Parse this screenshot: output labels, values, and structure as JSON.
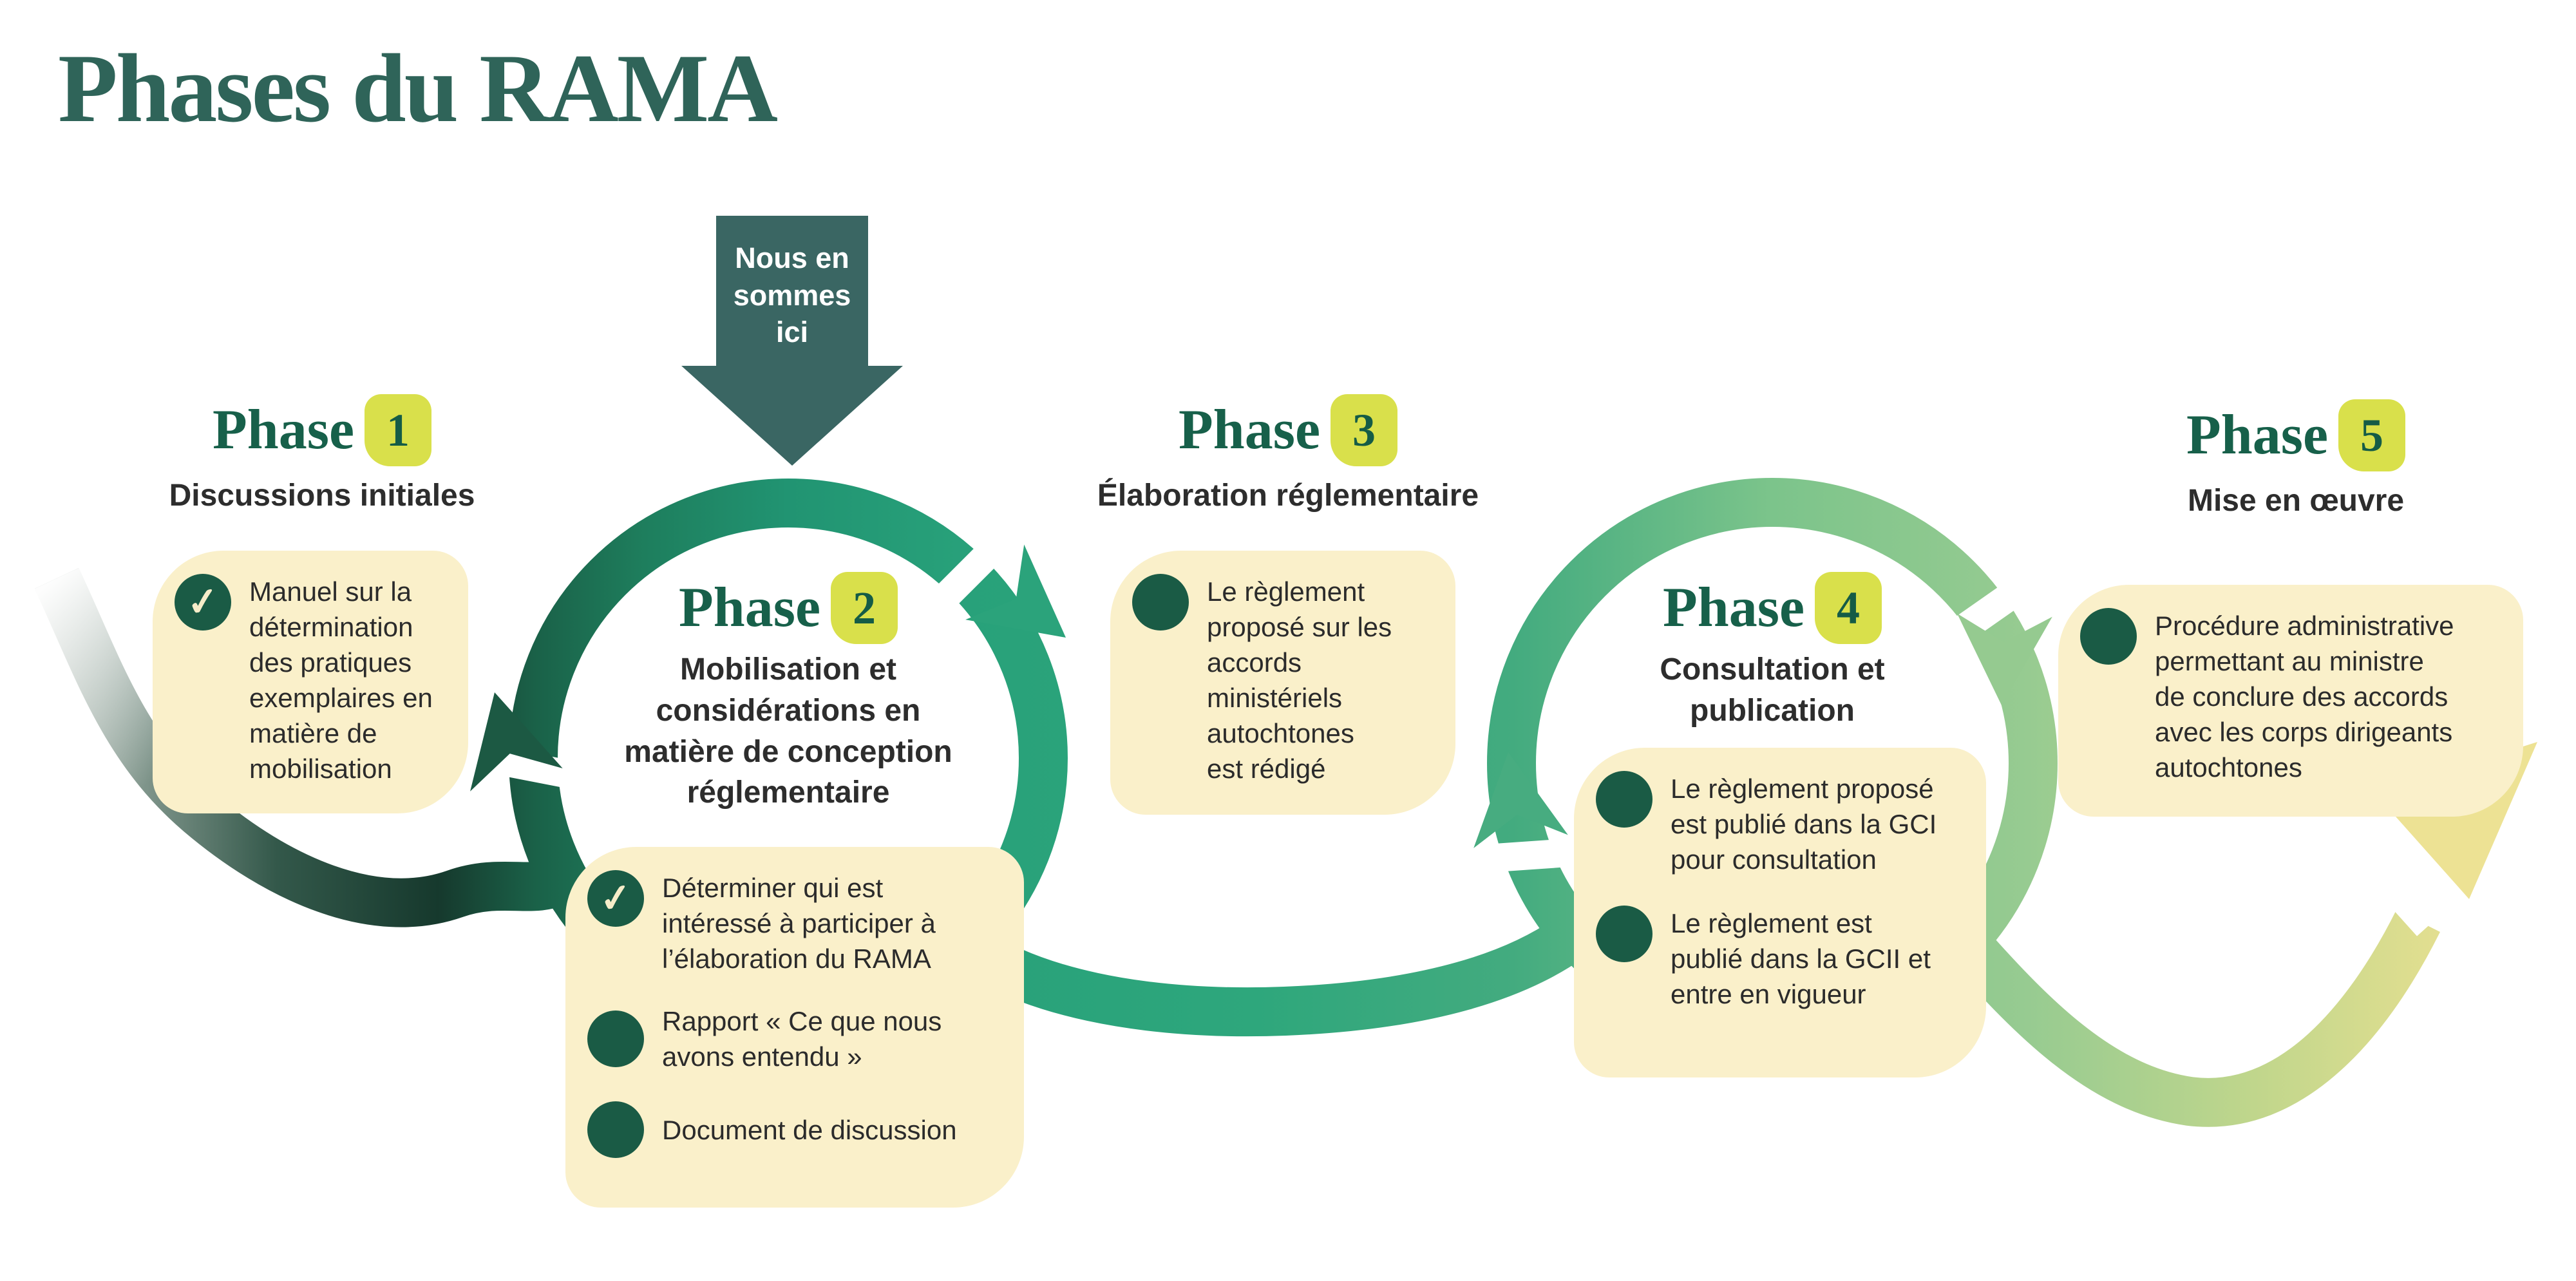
{
  "title": "Phases du RAMA",
  "here_marker": {
    "icon": "down-arrow",
    "label": "Nous en\nsommes\nici",
    "color": "#3A6663"
  },
  "colors": {
    "background": "#FFFFFF",
    "title_text": "#2F6459",
    "phase_word": "#17604A",
    "badge_background": "#D9E04B",
    "badge_number": "#155C46",
    "card_background": "#FAF0CA",
    "bullet_circle": "#1A5B45",
    "check_mark": "#F6EDC9",
    "body_text": "#2B2B2B",
    "path_gradient": [
      "#C8CEC8",
      "#33584A",
      "#16392D",
      "#1E7E5D",
      "#219472",
      "#28A17A",
      "#2EA77C",
      "#43AB7F",
      "#7CC48B",
      "#97CB91",
      "#C0D68C",
      "#E4DF90",
      "#F0E49B"
    ]
  },
  "phases": [
    {
      "word": "Phase",
      "number": "1",
      "subtitle": "Discussions initiales",
      "items": [
        {
          "icon": "check",
          "text": "Manuel sur la\ndétermination\ndes pratiques\nexemplaires en\nmatière de\nmobilisation"
        }
      ]
    },
    {
      "word": "Phase",
      "number": "2",
      "subtitle": "Mobilisation et\nconsidérations en\nmatière de conception\nréglementaire",
      "items": [
        {
          "icon": "check",
          "text": "Déterminer qui est\nintéressé à participer à\nl’élaboration du RAMA"
        },
        {
          "icon": "dot",
          "text": "Rapport « Ce que nous\navons entendu »"
        },
        {
          "icon": "dot",
          "text": "Document de discussion"
        }
      ]
    },
    {
      "word": "Phase",
      "number": "3",
      "subtitle": "Élaboration réglementaire",
      "items": [
        {
          "icon": "dot",
          "text": "Le règlement\nproposé sur les\naccords\nministériels\nautochtones\nest rédigé"
        }
      ]
    },
    {
      "word": "Phase",
      "number": "4",
      "subtitle": "Consultation et\npublication",
      "items": [
        {
          "icon": "dot",
          "text": "Le règlement proposé\nest publié dans la GCI\npour consultation"
        },
        {
          "icon": "dot",
          "text": "Le règlement est\npublié dans la GCII et\nentre en vigueur"
        }
      ]
    },
    {
      "word": "Phase",
      "number": "5",
      "subtitle": "Mise en œuvre",
      "items": [
        {
          "icon": "dot",
          "text": "Procédure administrative\npermettant au ministre\nde conclure des accords\navec les corps dirigeants\nautochtones"
        }
      ]
    }
  ]
}
